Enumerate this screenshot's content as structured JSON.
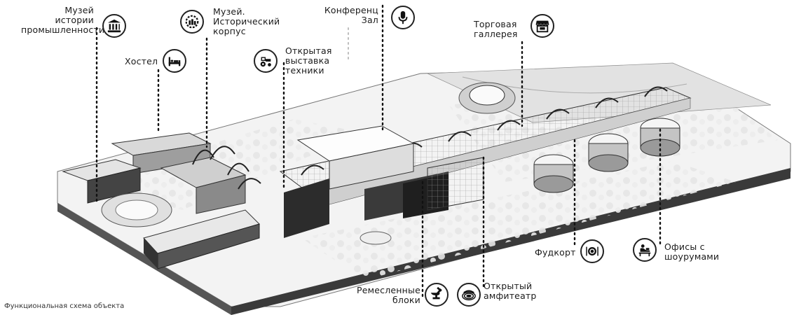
{
  "caption": "Функциональная схема объекта",
  "labels": {
    "museum_industry": [
      "Музей",
      "истории",
      "промышленности"
    ],
    "museum_historic": [
      "Музей.",
      "Исторический",
      "корпус"
    ],
    "conference": [
      "Конференц",
      "Зал"
    ],
    "trade_gallery": [
      "Торговая",
      "галлерея"
    ],
    "hostel": [
      "Хостел"
    ],
    "open_exhibition": [
      "Открытая",
      "выставка",
      "техники"
    ],
    "foodcourt": [
      "Фудкорт"
    ],
    "offices": [
      "Офисы с",
      "шоурумами"
    ],
    "crafts": [
      "Ремесленные",
      "блоки"
    ],
    "amphitheatre": [
      "Открытый",
      "амфитеатр"
    ]
  },
  "icons": {
    "museum_industry": "museum-columns-icon",
    "museum_historic": "factory-gear-icon",
    "conference": "microphone-icon",
    "trade_gallery": "market-stall-icon",
    "hostel": "bed-icon",
    "open_exhibition": "tractor-icon",
    "foodcourt": "plate-cutlery-icon",
    "offices": "desk-person-icon",
    "crafts": "anvil-hammer-icon",
    "amphitheatre": "amphitheatre-icon"
  }
}
